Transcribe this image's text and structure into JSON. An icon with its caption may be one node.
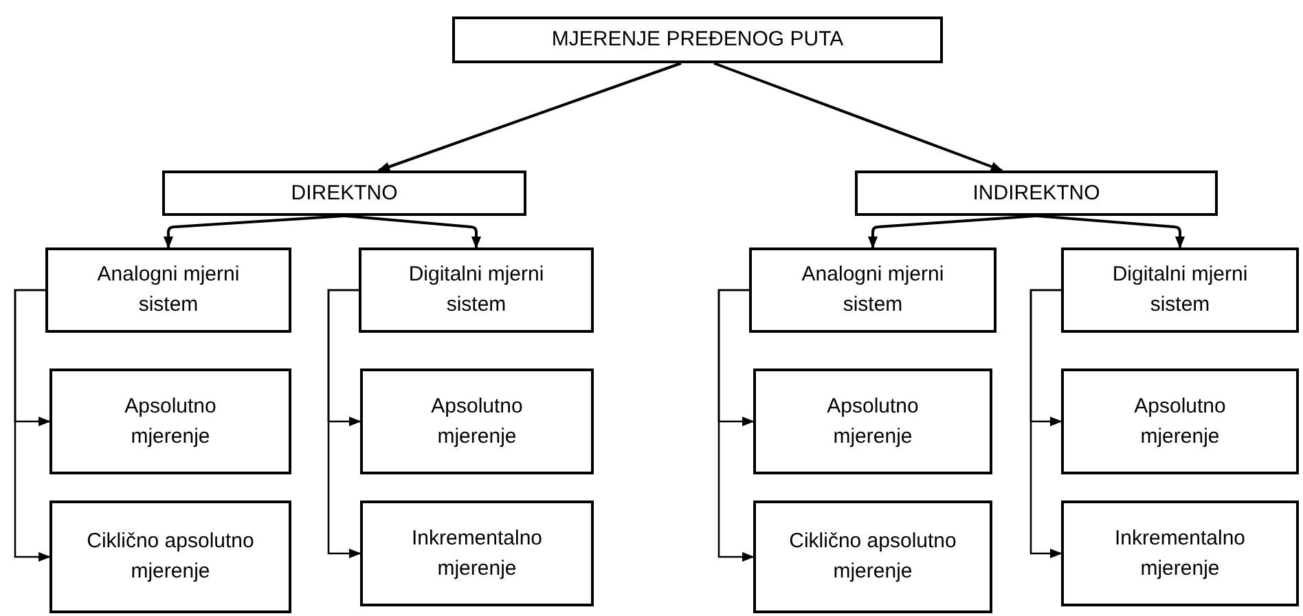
{
  "diagram": {
    "nodes": [
      {
        "text": [
          "MJERENJE PREĐENOG PUTA"
        ]
      },
      {
        "text": [
          "DIREKTNO"
        ]
      },
      {
        "text": [
          "INDIREKTNO"
        ]
      },
      {
        "text": [
          "Analogni mjerni sistem"
        ]
      },
      {
        "text": [
          "Digitalni mjerni sistem"
        ]
      },
      {
        "text": [
          "Apsolutno mjerenje"
        ]
      },
      {
        "text": [
          "Ciklično apsolutno mjerenje"
        ]
      },
      {
        "text": [
          "Apsolutno mjerenje"
        ]
      },
      {
        "text": [
          "Inkrementalno mjerenje"
        ]
      },
      {
        "text": [
          "Analogni mjerni sistem"
        ]
      },
      {
        "text": [
          "Digitalni mjerni sistem"
        ]
      },
      {
        "text": [
          "Apsolutno mjerenje"
        ]
      },
      {
        "text": [
          "Ciklično apsolutno mjerenje"
        ]
      },
      {
        "text": [
          "Apsolutno mjerenje"
        ]
      },
      {
        "text": [
          "Inkrementalno mjerenje"
        ]
      }
    ],
    "edges": [
      {
        "from": 0,
        "to": 1,
        "arrow": "to"
      },
      {
        "from": 0,
        "to": 2,
        "arrow": "to"
      },
      {
        "from": 1,
        "to": 3,
        "arrow": "to"
      },
      {
        "from": 1,
        "to": 4,
        "arrow": "to"
      },
      {
        "from": 2,
        "to": 9,
        "arrow": "to"
      },
      {
        "from": 2,
        "to": 10,
        "arrow": "to"
      },
      {
        "from": 3,
        "to": 5,
        "arrow": "to"
      },
      {
        "from": 3,
        "to": 6,
        "arrow": "to"
      },
      {
        "from": 4,
        "to": 7,
        "arrow": "to"
      },
      {
        "from": 4,
        "to": 8,
        "arrow": "to"
      },
      {
        "from": 9,
        "to": 11,
        "arrow": "to"
      },
      {
        "from": 9,
        "to": 12,
        "arrow": "to"
      },
      {
        "from": 10,
        "to": 13,
        "arrow": "to"
      },
      {
        "from": 10,
        "to": 14,
        "arrow": "to"
      }
    ]
  }
}
